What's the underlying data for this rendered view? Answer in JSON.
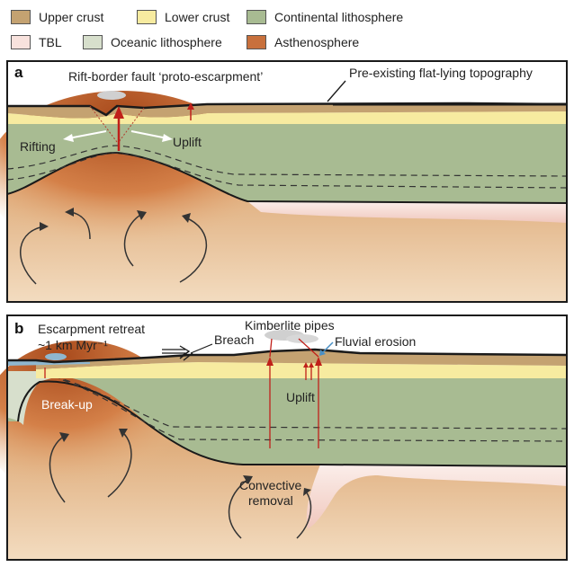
{
  "legend": [
    {
      "label": "Upper crust",
      "color": "#c4a271"
    },
    {
      "label": "Lower crust",
      "color": "#f7eba0"
    },
    {
      "label": "Continental lithosphere",
      "color": "#a8bb92"
    },
    {
      "label": "TBL",
      "color": "#f8e2dd"
    },
    {
      "label": "Oceanic lithosphere",
      "color": "#d7dfcc"
    },
    {
      "label": "Asthenosphere",
      "color": "#c8703c"
    }
  ],
  "panel_a": {
    "letter": "a",
    "label_fault": "Rift-border fault ‘proto-escarpment’",
    "label_topography": "Pre-existing flat-lying topography",
    "label_rifting": "Rifting",
    "label_uplift": "Uplift"
  },
  "panel_b": {
    "letter": "b",
    "label_retreat_line1": "Escarpment retreat",
    "label_retreat_line2": "~1 km Myr⁻¹",
    "label_breach": "Breach",
    "label_kimberlite": "Kimberlite pipes",
    "label_fluvial": "Fluvial erosion",
    "label_uplift": "Uplift",
    "label_breakup": "Break-up",
    "label_convective_line1": "Convective",
    "label_convective_line2": "removal"
  }
}
